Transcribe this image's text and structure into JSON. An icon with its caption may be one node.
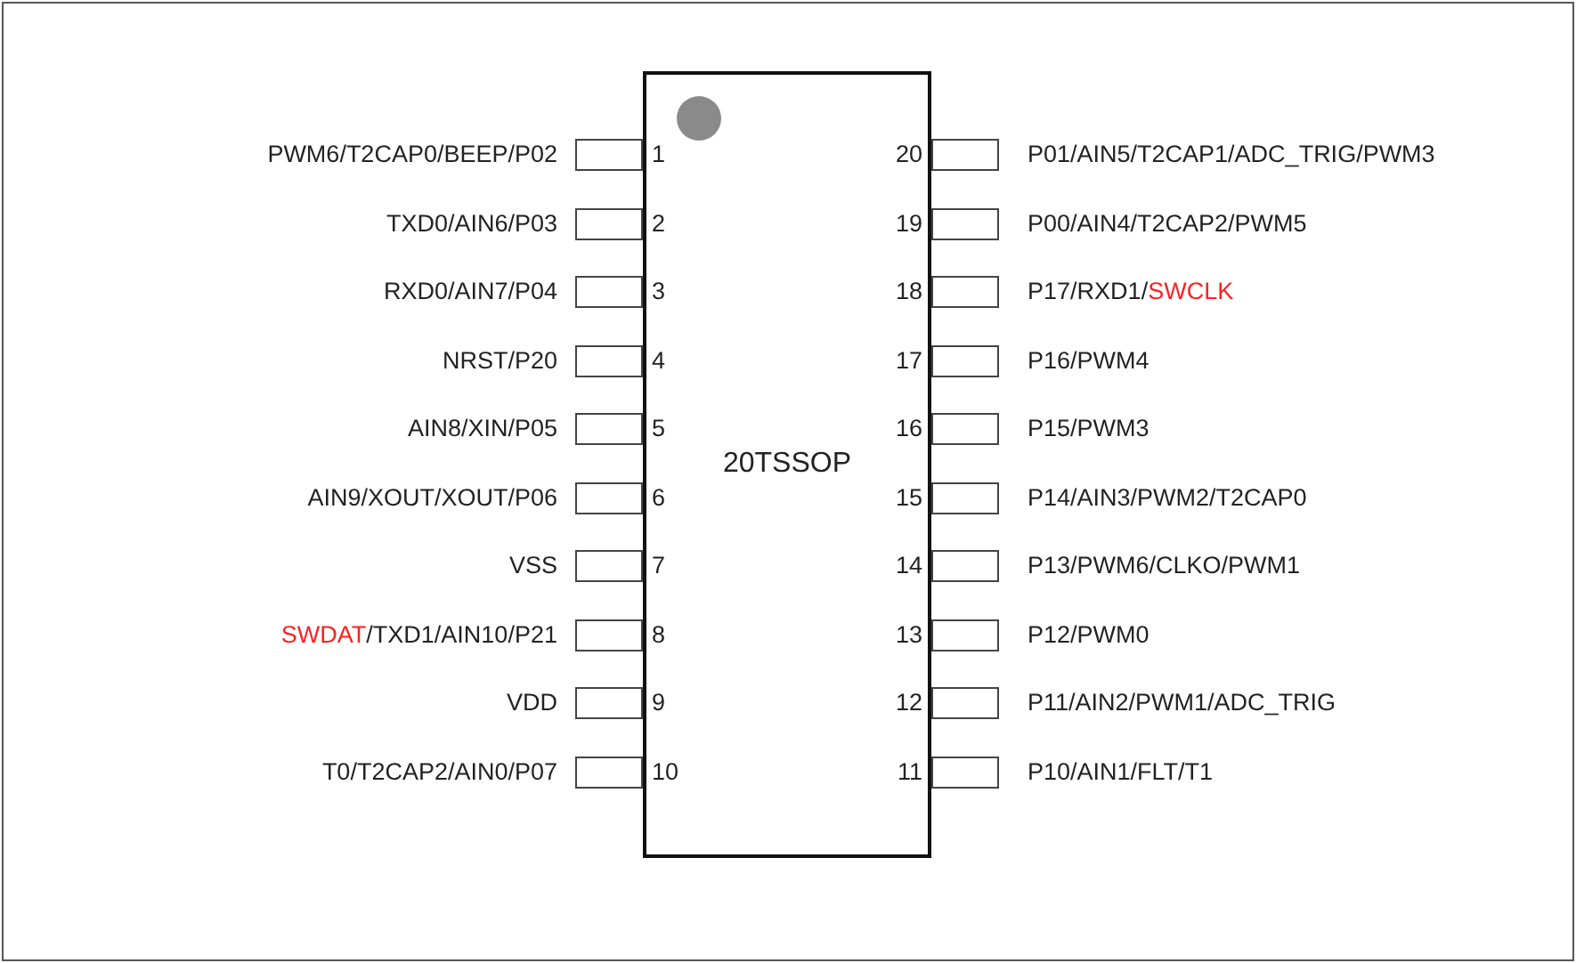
{
  "diagram": {
    "nodes": [
      {
        "text": [
          "20TSSOP"
        ]
      }
    ],
    "edges": [],
    "labels": [
      "PWM6/T2CAP0/BEEP/P02",
      "1",
      "20",
      "P01/AIN5/T2CAP1/ADC_TRIG/PWM3",
      "TXD0/AIN6/P03",
      "2",
      "19",
      "P00/AIN4/T2CAP2/PWM5",
      "RXD0/AIN7/P04",
      "3",
      "18",
      "P17/RXD1/SWCLK",
      "NRST/P20",
      "4",
      "17",
      "P16/PWM4",
      "AIN8/XIN/P05",
      "5",
      "16",
      "P15/PWM3",
      "AIN9/XOUT/XOUT/P06",
      "6",
      "15",
      "P14/AIN3/PWM2/T2CAP0",
      "VSS",
      "7",
      "14",
      "P13/PWM6/CLKO/PWM1",
      "SWDAT/TXD1/AIN10/P21",
      "8",
      "13",
      "P12/PWM0",
      "VDD",
      "9",
      "12",
      "P11/AIN2/PWM1/ADC_TRIG",
      "T0/T2CAP2/AIN0/P07",
      "10",
      "11",
      "P10/AIN1/FLT/T1"
    ]
  }
}
